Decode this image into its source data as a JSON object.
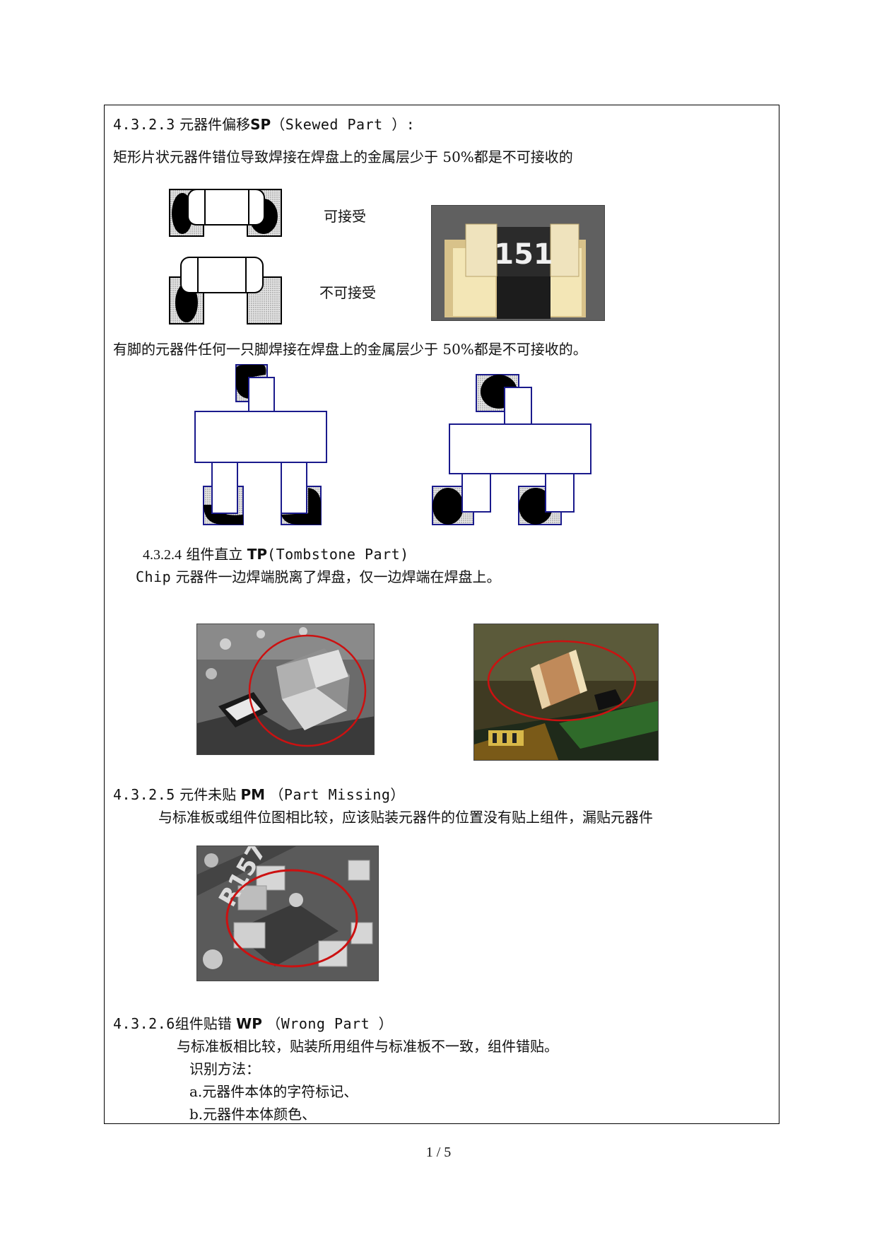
{
  "s1": {
    "heading_num": "4.3.2.3",
    "heading_cn": "元器件偏移",
    "heading_code": "SP",
    "heading_en": "（Skewed Part ）:",
    "desc": "矩形片状元器件错位导致焊接在焊盘上的金属层少于 50%都是不可接收的",
    "label_accept": "可接受",
    "label_reject": "不可接受",
    "photo_marking": "151",
    "desc2": "有脚的元器件任何一只脚焊接在焊盘上的金属层少于 50%都是不可接收的。"
  },
  "s2": {
    "heading_num": "4.3.2.4",
    "heading_cn": "组件直立",
    "heading_code": "TP",
    "heading_en": "(Tombstone Part)",
    "desc_prefix": "Chip",
    "desc": "元器件一边焊端脱离了焊盘，仅一边焊端在焊盘上。"
  },
  "s3": {
    "heading_num": "4.3.2.5",
    "heading_cn": "元件未贴",
    "heading_code": "PM",
    "heading_en": "（Part Missing）",
    "desc": "与标准板或组件位图相比较，应该贴装元器件的位置没有贴上组件，漏贴元器件",
    "photo_marking": "R157"
  },
  "s4": {
    "heading_num": "4.3.2.6",
    "heading_cn": "组件贴错",
    "heading_code": "WP",
    "heading_en": "（Wrong  Part ）",
    "desc": "与标准板相比较，贴装所用组件与标准板不一致，组件错贴。",
    "method_title": "识别方法：",
    "methods": [
      "a.元器件本体的字符标记、",
      "b.元器件本体颜色、"
    ]
  },
  "page_number": "1 / 5",
  "colors": {
    "outline": "#1a1a8c",
    "solder": "#000000",
    "circle": "#cc1111"
  }
}
